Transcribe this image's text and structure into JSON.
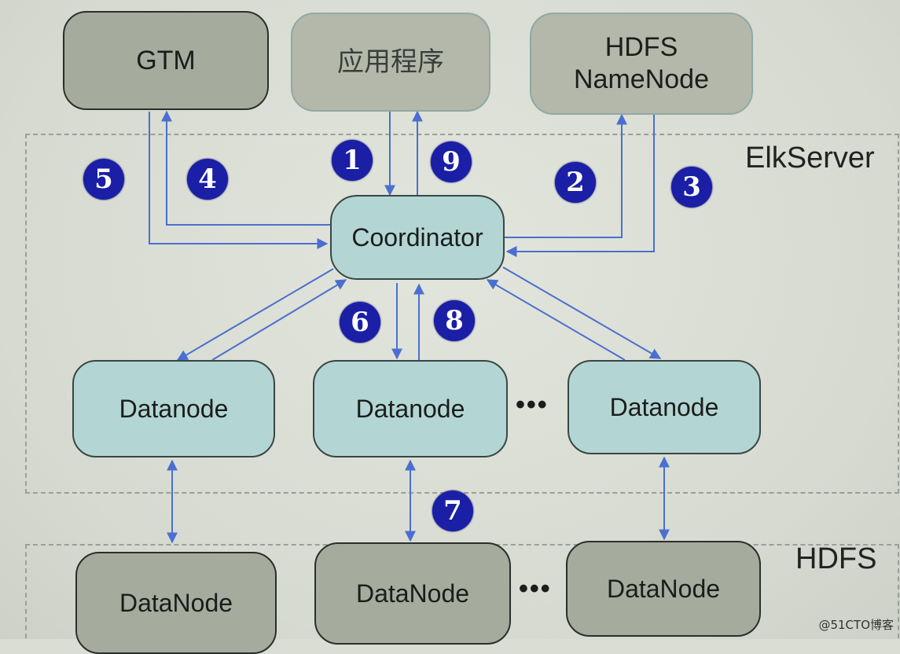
{
  "regions": {
    "elkserver_label": "ElkServer",
    "hdfs_label": "HDFS"
  },
  "top_nodes": {
    "gtm": "GTM",
    "app": "应用程序",
    "namenode_line1": "HDFS",
    "namenode_line2": "NameNode"
  },
  "coordinator": "Coordinator",
  "datanodes": [
    "Datanode",
    "Datanode",
    "Datanode"
  ],
  "hdfs_datanodes": [
    "DataNode",
    "DataNode",
    "DataNode"
  ],
  "ellipsis": "•••",
  "steps": [
    "1",
    "2",
    "3",
    "4",
    "5",
    "6",
    "7",
    "8",
    "9"
  ],
  "colors": {
    "arrow": "#4a6fd0",
    "badge": "#1a1fa6",
    "grey_node": "#a5ab9d",
    "teal_node": "#b3d6d4"
  },
  "watermark": "@51CTO博客"
}
